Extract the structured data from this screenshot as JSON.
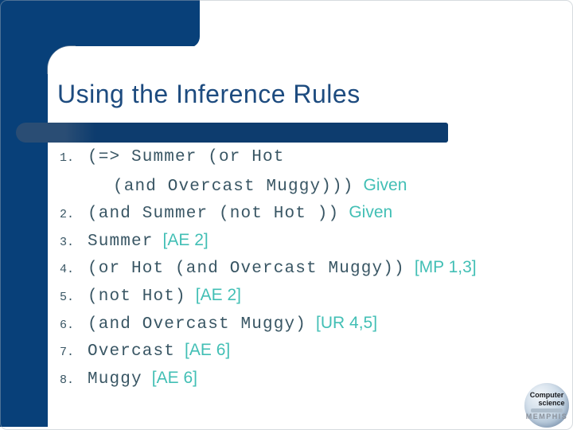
{
  "title": "Using the Inference Rules",
  "list": {
    "items": [
      {
        "num": "1.",
        "code": "(=> Summer (or Hot",
        "note": ""
      },
      {
        "num": "",
        "code": "(and Overcast Muggy)))",
        "note": "Given"
      },
      {
        "num": "2.",
        "code": "(and Summer (not Hot ))",
        "note": "Given"
      },
      {
        "num": "3.",
        "code": "Summer",
        "note": "[AE 2]"
      },
      {
        "num": "4.",
        "code": "(or Hot (and Overcast Muggy))",
        "note": "[MP 1,3]"
      },
      {
        "num": "5.",
        "code": "(not Hot)",
        "note": "[AE 2]"
      },
      {
        "num": "6.",
        "code": "(and Overcast Muggy)",
        "note": "[UR 4,5]"
      },
      {
        "num": "7.",
        "code": "Overcast",
        "note": "[AE 6]"
      },
      {
        "num": "8.",
        "code": "Muggy",
        "note": "[AE 6]"
      }
    ]
  },
  "logo": {
    "line1": "Computer",
    "line2": "science",
    "line3": "MEMPHIS"
  },
  "colors": {
    "navy": "#084079",
    "bar": "#0d3c6e",
    "barcap": "#2a4d74",
    "title": "#1d4b7f",
    "code": "#395664",
    "teal": "#42bfb5"
  }
}
